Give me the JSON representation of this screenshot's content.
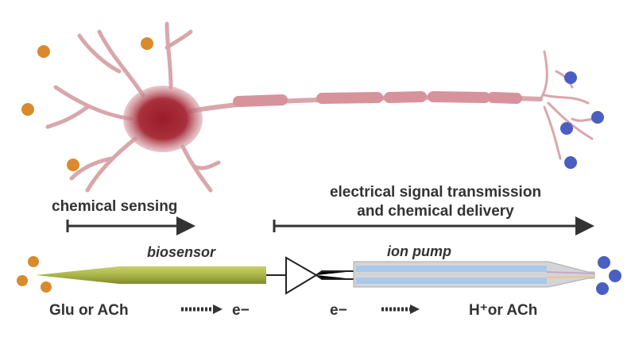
{
  "labels": {
    "chemical_sensing": "chemical sensing",
    "transmission_line1": "electrical signal transmission",
    "transmission_line2": "and chemical delivery",
    "biosensor": "biosensor",
    "ion_pump": "ion pump",
    "input_species": "Glu or ACh",
    "electron_out": "e−",
    "electron_in": "e−",
    "output_species": "H⁺or ACh"
  },
  "colors": {
    "soma": "#9b1b2a",
    "neuron_process": "#d9a6ac",
    "input_molecule": "#d98a2b",
    "output_molecule": "#4a5fc1",
    "biosensor": "#a9b548",
    "ion_pump_outer": "#c8c8cc",
    "ion_pump_channel": "#a9c8ea",
    "arrow": "#333333"
  }
}
